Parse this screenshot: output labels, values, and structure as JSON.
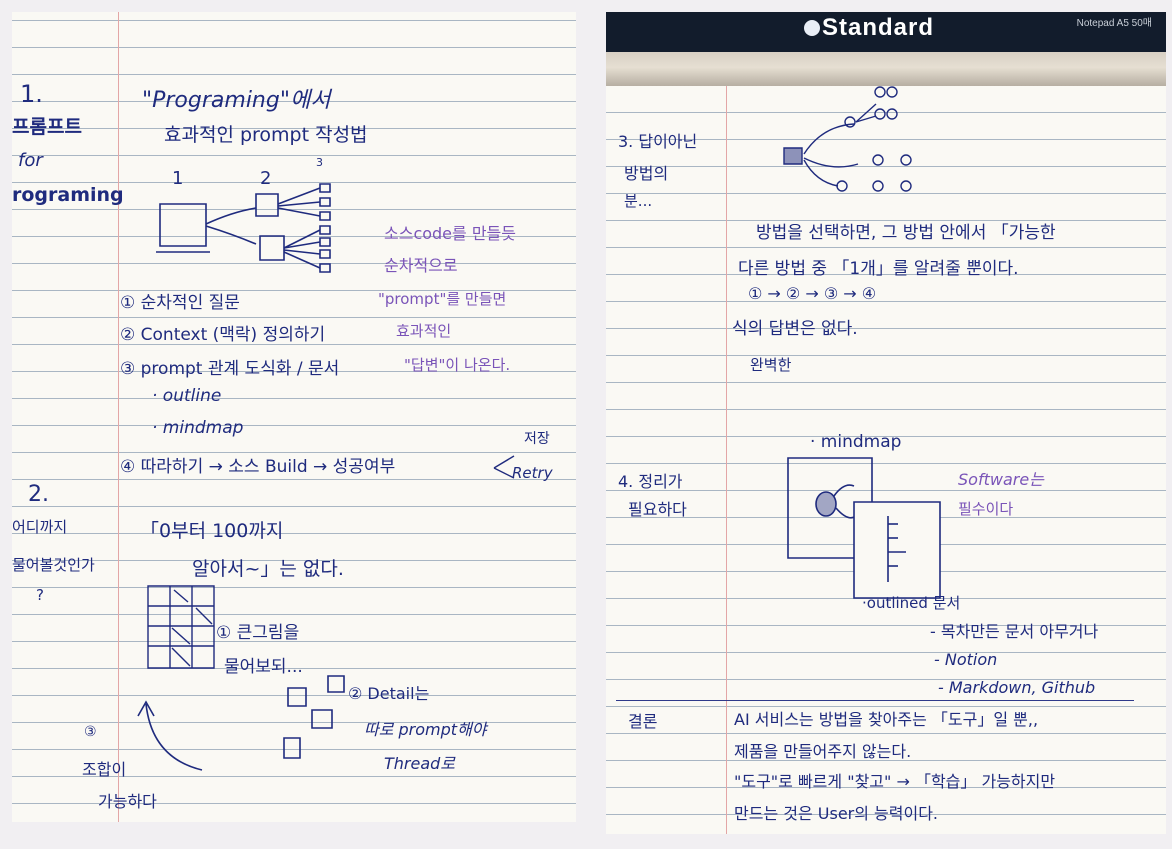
{
  "left_page": {
    "section1": {
      "number": "1.",
      "side_title": [
        "프롬프트",
        "for",
        "rograming"
      ],
      "title_line1": "\"Programing\"에서",
      "title_line2": "효과적인 prompt 작성법",
      "diagram_labels": [
        "1",
        "2",
        "3"
      ],
      "purple_note": [
        "소스code를 만들듯",
        "순차적으로",
        "\"prompt\"를 만들면",
        "효과적인",
        "\"답변\"이 나온다."
      ],
      "steps": [
        "① 순차적인 질문",
        "② Context (맥락) 정의하기",
        "③ prompt 관계 도식화 / 문서",
        "· outline",
        "· mindmap",
        "④ 따라하기 → 소스 Build → 성공여부"
      ],
      "branch_labels": [
        "저장",
        "Retry"
      ]
    },
    "section2": {
      "number": "2.",
      "side_title": [
        "어디까지",
        "물어볼것인가",
        "?"
      ],
      "quote": [
        "「0부터 100까지",
        "알아서~」는 없다."
      ],
      "grid_note": [
        "① 큰그림을",
        "물어보되..."
      ],
      "detail_note": [
        "② Detail는",
        "따로 prompt해야",
        "Thread로"
      ],
      "combine_note": [
        "③",
        "조합이",
        "가능하다"
      ]
    }
  },
  "right_page": {
    "brand": "Standard",
    "notebook_model": "Notepad A5 50매",
    "section3": {
      "side_title": [
        "3. 답이아닌",
        "방법의",
        "분..."
      ],
      "body": [
        "방법을 선택하면, 그 방법 안에서 「가능한",
        "다른 방법 중 「1개」를 알려줄 뿐이다."
      ],
      "sequence": "① → ② → ③ → ④",
      "no_answer": "식의 답변은 없다.",
      "insert_word": "완벽한"
    },
    "section4": {
      "side_title": [
        "4. 정리가",
        "필요하다"
      ],
      "mindmap_label": "· mindmap",
      "note": [
        "Software는",
        "필수이다"
      ],
      "outline_label": "·outlined 문서",
      "items": [
        "- 목차만든 문서 아무거나",
        "- Notion",
        "- Markdown, Github"
      ]
    },
    "conclusion": {
      "label": "결론",
      "lines": [
        "AI 서비스는 방법을 찾아주는 「도구」일 뿐,,",
        "제품을 만들어주지 않는다.",
        "\"도구\"로 빠르게 \"찾고\" → 「학습」 가능하지만",
        "만드는 것은 User의 능력이다."
      ]
    }
  },
  "colors": {
    "ink_blue": "#1f2b7e",
    "ink_purple": "#7a54b8",
    "paper": "#faf9f4",
    "rule": "#a9b6c3",
    "margin_red": "#e3a6a6"
  }
}
